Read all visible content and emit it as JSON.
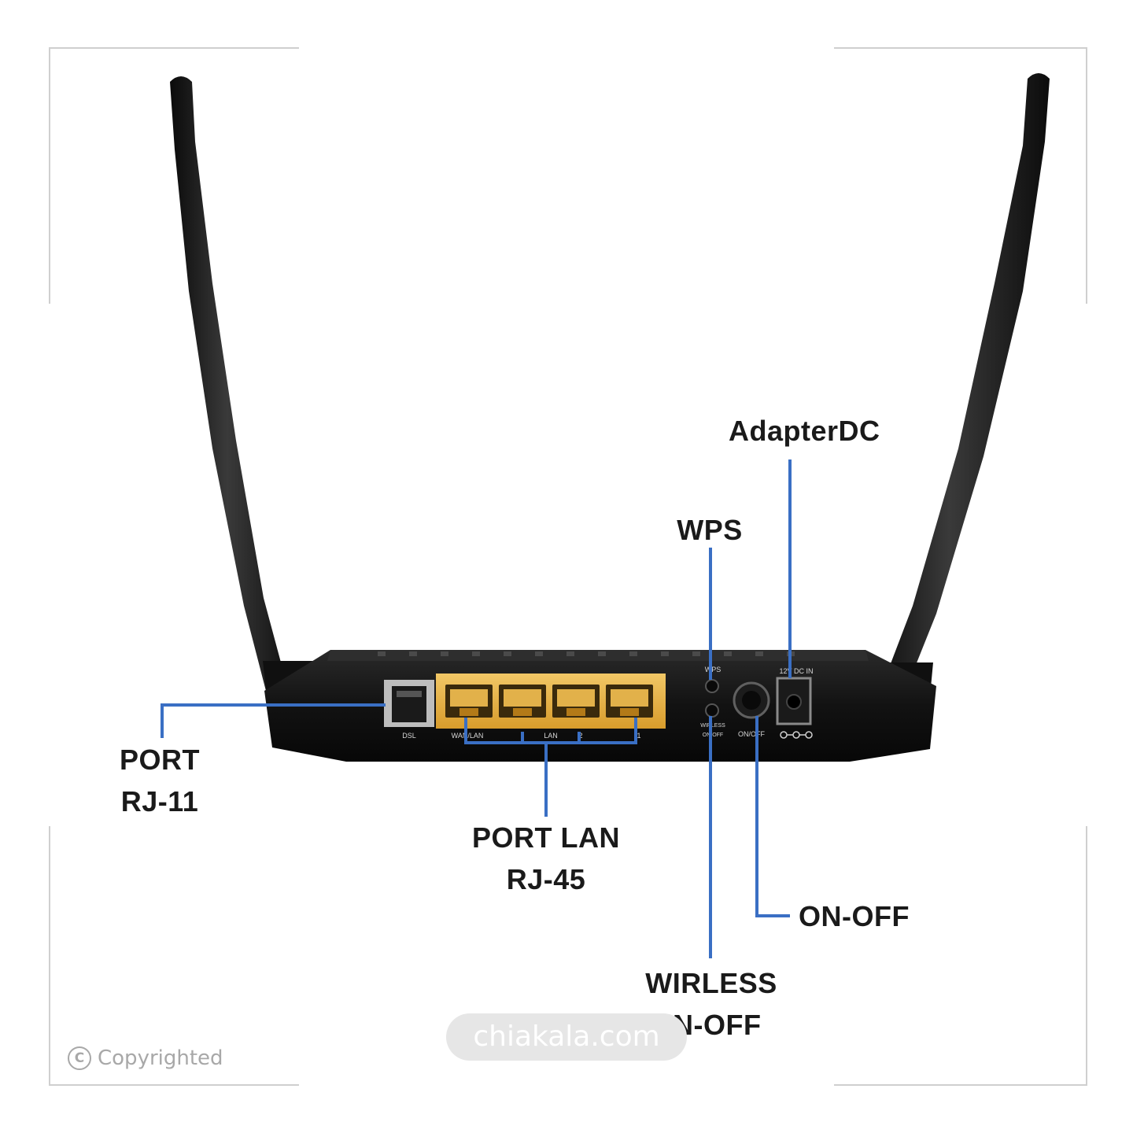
{
  "labels": {
    "adapter_dc": "AdapterDC",
    "wps": "WPS",
    "port_rj11_line1": "PORT",
    "port_rj11_line2": "RJ-11",
    "port_lan_line1": "PORT LAN",
    "port_lan_line2": "RJ-45",
    "on_off": "ON-OFF",
    "wireless_line1": "WIRLESS",
    "wireless_line2": "ON-OFF"
  },
  "device_markings": {
    "dsl": "DSL",
    "wan_lan": "WAN/LAN",
    "lan": "LAN",
    "port_2": "2",
    "port_1": "1",
    "wps": "WPS",
    "wireless": "WIRLESS",
    "on_off_small": "ON/OFF",
    "power_switch": "ON/OFF",
    "dc_in": "12V DC IN"
  },
  "watermark": {
    "site": "chiakala.com",
    "copyright": "Copyrighted"
  },
  "colors": {
    "callout_line": "#3a6fc4",
    "router_body": "#141414",
    "lan_port": "#e8b64a"
  }
}
